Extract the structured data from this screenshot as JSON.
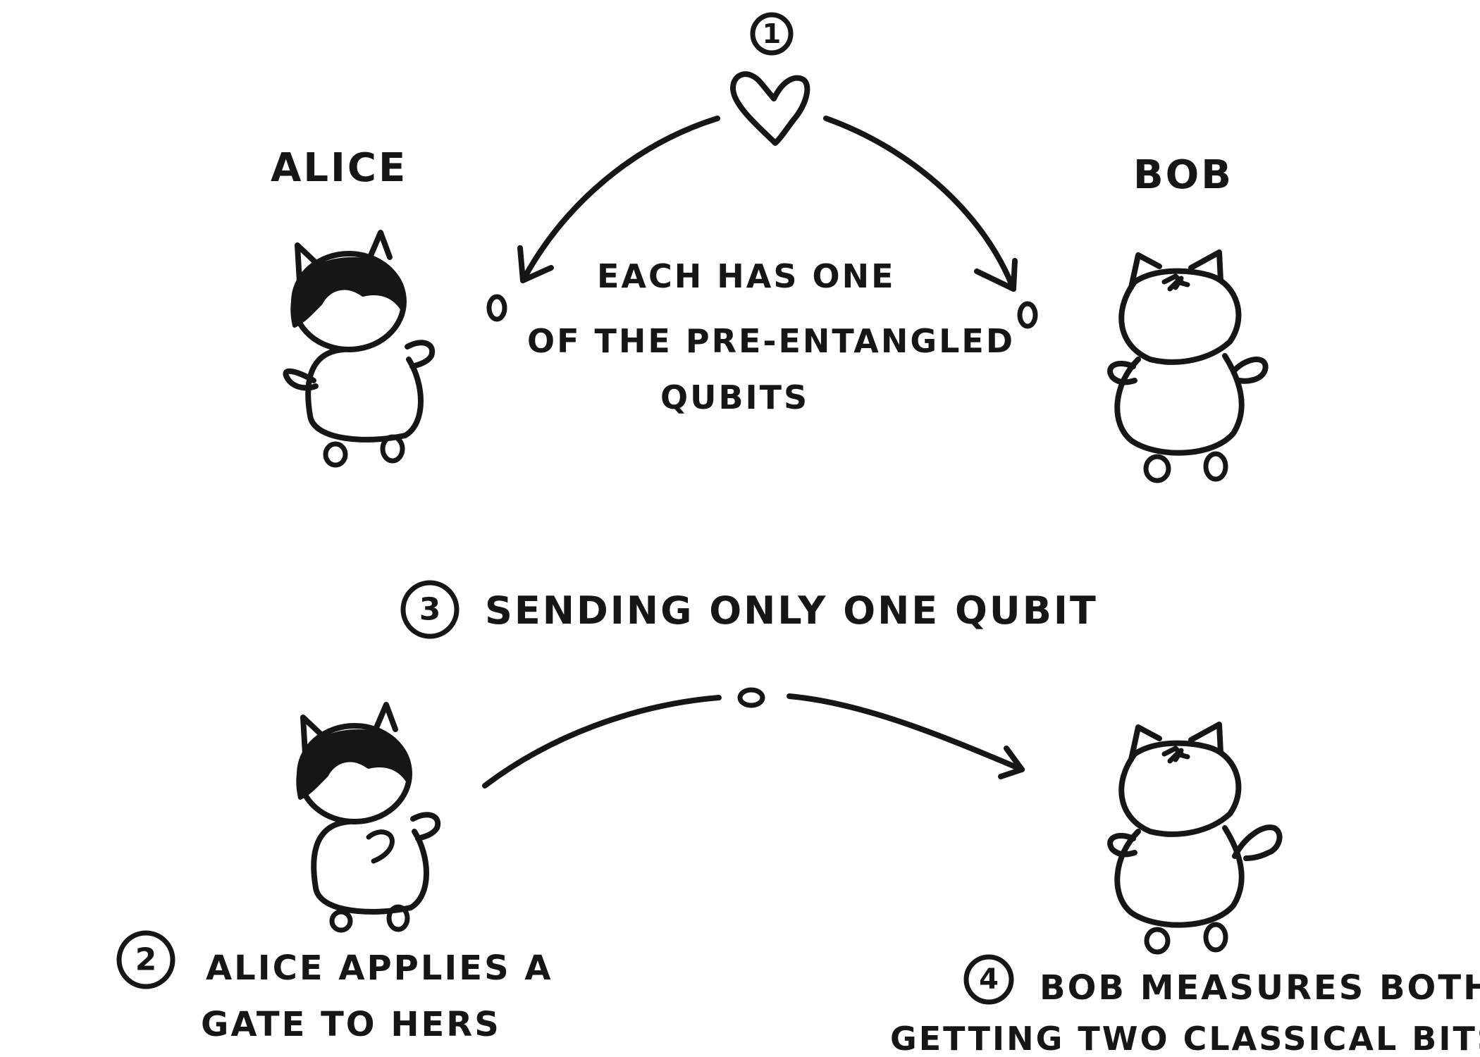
{
  "diagram": {
    "characters": {
      "alice": {
        "name": "ALICE"
      },
      "bob": {
        "name": "BOB"
      }
    },
    "steps": [
      {
        "number": "1",
        "text": []
      },
      {
        "number": "2",
        "text": [
          "ALICE APPLIES A",
          "GATE TO HERS"
        ]
      },
      {
        "number": "3",
        "text": [
          "SENDING ONLY ONE QUBIT"
        ]
      },
      {
        "number": "4",
        "text": [
          "BOB MEASURES BOTH",
          "GETTING TWO CLASSICAL BITS"
        ]
      }
    ],
    "note": [
      "EACH HAS ONE",
      "OF THE PRE-ENTANGLED",
      "QUBITS"
    ],
    "icons": {
      "entanglement": "heart-icon",
      "qubit": "qubit-icon"
    },
    "colors": {
      "ink": "#161616",
      "background": "#ffffff"
    }
  }
}
